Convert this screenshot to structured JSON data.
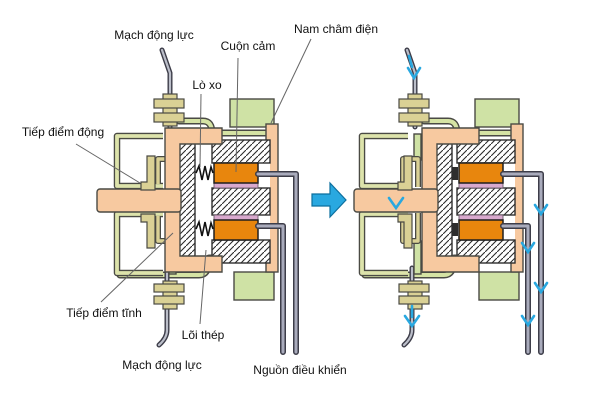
{
  "figure": {
    "labels": {
      "power_circuit_top": "Mạch động lực",
      "coil": "Cuộn cảm",
      "electromagnet": "Nam châm điện",
      "spring": "Lò xo",
      "moving_contact": "Tiếp điểm động",
      "static_contact": "Tiếp điểm tĩnh",
      "steel_core": "Lõi thép",
      "power_circuit_bottom": "Mạch động lực",
      "control_source": "Nguồn điều khiển"
    },
    "colors": {
      "housing_peach": "#F7C9A0",
      "mount_green": "#CFE2A5",
      "busbar_green": "#D5E3A4",
      "contact_olive": "#DAD195",
      "coil_orange": "#E8860D",
      "bobbin_purple": "#D9A9CE",
      "wire_gray": "#A9ABBC",
      "flow_arrow_blue": "#29A8E0",
      "outline_dark": "#3D3D49"
    }
  }
}
